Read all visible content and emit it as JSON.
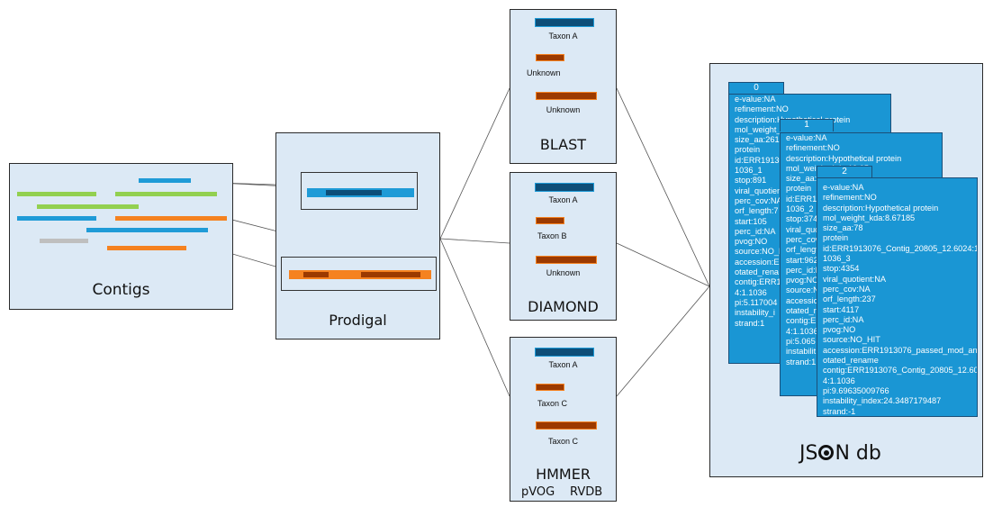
{
  "colors": {
    "panel_bg": "#dce9f5",
    "green": "#92d050",
    "blue": "#1f9bd7",
    "orange": "#f58220",
    "gray": "#bfbfbf",
    "dark_blue": "#0e4e78",
    "dark_orange": "#9c3a00",
    "card_blue": "#1a96d4"
  },
  "contigs": {
    "title": "Contigs"
  },
  "prodigal": {
    "title": "Prodigal"
  },
  "blast": {
    "title": "BLAST",
    "hits": [
      "Taxon A",
      "Unknown",
      "Unknown"
    ]
  },
  "diamond": {
    "title": "DIAMOND",
    "hits": [
      "Taxon A",
      "Taxon B",
      "Unknown"
    ]
  },
  "hmmer": {
    "title": "HMMER",
    "subtitle_left": "pVOG",
    "subtitle_right": "RVDB",
    "hits": [
      "Taxon A",
      "Taxon C",
      "Taxon C"
    ]
  },
  "json_db": {
    "title_pre": "JS",
    "title_post": "N db",
    "logo_icon": "json-logo-icon"
  },
  "records": [
    {
      "index": "0",
      "lines": [
        "e-value:NA",
        "refinement:NO",
        "description:Hypothetical protein",
        "mol_weight_",
        "size_aa:261",
        "protein",
        "id:ERR19130",
        "1036_1",
        "stop:891",
        "viral_quotien",
        "perc_cov:NA",
        "orf_length:7",
        "start:105",
        "perc_id:NA",
        "pvog:NO",
        "source:NO_H",
        "accession:ER",
        "otated_rena",
        "contig:ERR1",
        "4:1.1036",
        "pi:5.117004",
        "instability_i",
        "strand:1"
      ]
    },
    {
      "index": "1",
      "lines": [
        "e-value:NA",
        "refinement:NO",
        "description:Hypothetical protein",
        "mol_weight_kda:13.05",
        "size_aa:",
        "protein",
        "id:ERR19",
        "1036_2",
        "stop:374",
        "viral_quoti",
        "perc_cov",
        "orf_lengt",
        "start:962",
        "perc_id:N",
        "pvog:NO",
        "source:N",
        "accessio",
        "otated_r",
        "contig:ER",
        "4:1.1036",
        "pi:5.065",
        "instabilit",
        "strand:1"
      ]
    },
    {
      "index": "2",
      "lines": [
        "e-value:NA",
        "refinement:NO",
        "description:Hypothetical protein",
        "mol_weight_kda:8.67185",
        "size_aa:78",
        "protein",
        "id:ERR1913076_Contig_20805_12.6024:1.",
        "1036_3",
        "stop:4354",
        "viral_quotient:NA",
        "perc_cov:NA",
        "orf_length:237",
        "start:4117",
        "perc_id:NA",
        "pvog:NO",
        "source:NO_HIT",
        "accession:ERR1913076_passed_mod_ann",
        "otated_rename",
        "contig:ERR1913076_Contig_20805_12.602",
        "4:1.1036",
        "pi:9.69635009766",
        "instability_index:24.3487179487",
        "strand:-1"
      ]
    }
  ]
}
